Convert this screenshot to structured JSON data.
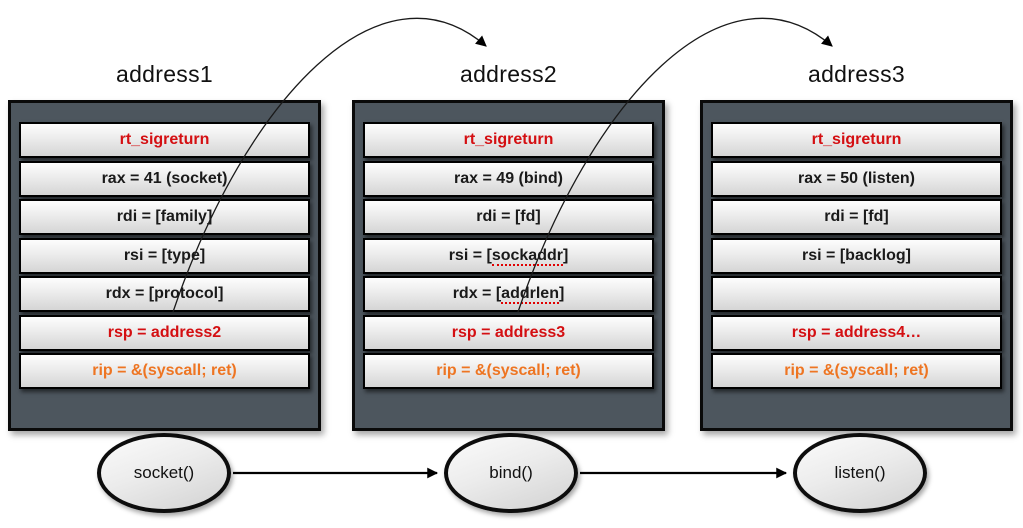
{
  "colors": {
    "red": "#d40f12",
    "orange": "#ee7522",
    "black": "#1a1a1a",
    "frame_background": "#4d565e"
  },
  "frames": [
    {
      "title": "address1",
      "rows": [
        {
          "text": "rt_sigreturn",
          "color": "red"
        },
        {
          "text": "rax = 41 (socket)",
          "color": "black"
        },
        {
          "text": "rdi = [family]",
          "color": "black"
        },
        {
          "text": "rsi = [type]",
          "color": "black"
        },
        {
          "text": "rdx = [protocol]",
          "color": "black"
        },
        {
          "text": "rsp = address2",
          "color": "red"
        },
        {
          "text": "rip = &(syscall; ret)",
          "color": "orange"
        }
      ]
    },
    {
      "title": "address2",
      "rows": [
        {
          "text": "rt_sigreturn",
          "color": "red"
        },
        {
          "text": "rax = 49 (bind)",
          "color": "black"
        },
        {
          "text": "rdi = [fd]",
          "color": "black"
        },
        {
          "text": "rsi = [sockaddr]",
          "color": "black",
          "squiggle": "sockaddr"
        },
        {
          "text": "rdx = [addrlen]",
          "color": "black",
          "squiggle": "addrlen"
        },
        {
          "text": "rsp = address3",
          "color": "red"
        },
        {
          "text": "rip = &(syscall; ret)",
          "color": "orange"
        }
      ]
    },
    {
      "title": "address3",
      "rows": [
        {
          "text": "rt_sigreturn",
          "color": "red"
        },
        {
          "text": "rax = 50 (listen)",
          "color": "black"
        },
        {
          "text": "rdi = [fd]",
          "color": "black"
        },
        {
          "text": "rsi = [backlog]",
          "color": "black"
        },
        {
          "text": "",
          "color": "black"
        },
        {
          "text": "rsp = address4…",
          "color": "red"
        },
        {
          "text": "rip = &(syscall; ret)",
          "color": "orange"
        }
      ]
    }
  ],
  "nodes": [
    {
      "label": "socket()"
    },
    {
      "label": "bind()"
    },
    {
      "label": "listen()"
    }
  ],
  "arrows": {
    "frame_pointers": [
      {
        "from": "rsp = address2",
        "to": "address2"
      },
      {
        "from": "rsp = address3",
        "to": "address3"
      }
    ],
    "flow": [
      {
        "from": "socket()",
        "to": "bind()"
      },
      {
        "from": "bind()",
        "to": "listen()"
      }
    ]
  }
}
